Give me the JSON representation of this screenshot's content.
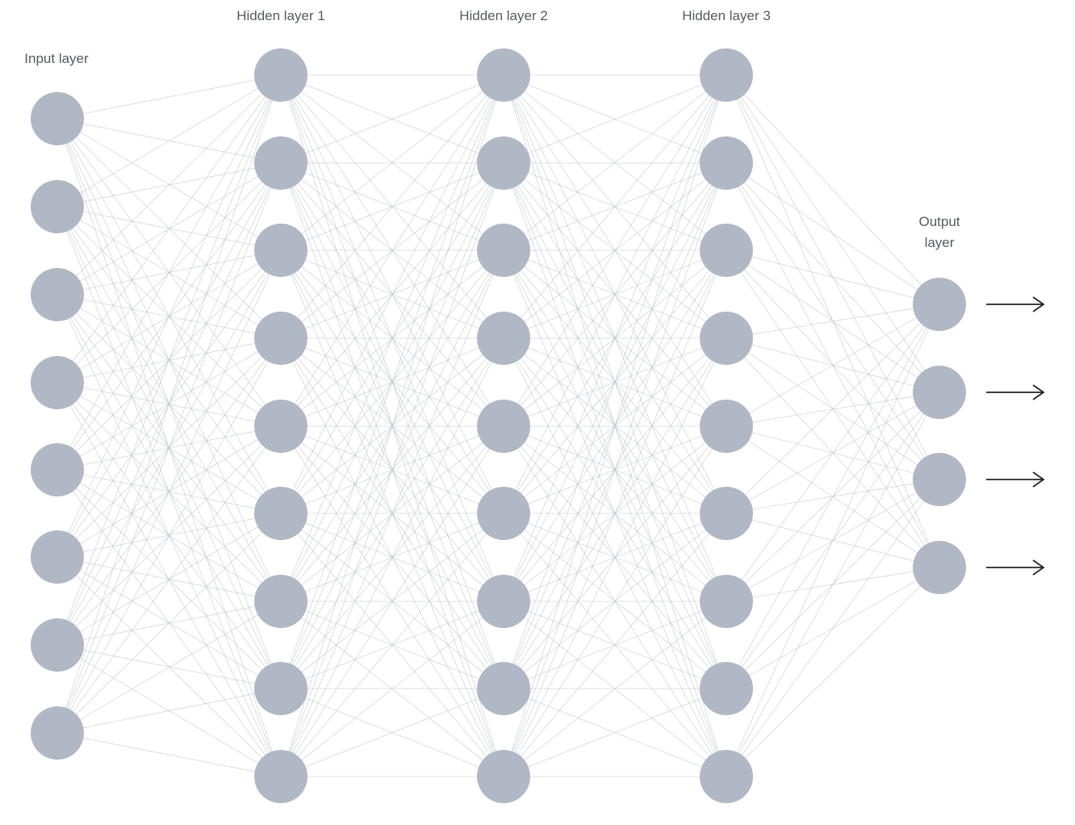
{
  "diagram": {
    "type": "neural-network",
    "node_color": "#b0b8c5",
    "edge_color": "#c3c8d0",
    "arrow_color": "#222222",
    "layers": [
      {
        "id": "input",
        "label_lines": [
          "Input layer"
        ],
        "nodes": 8
      },
      {
        "id": "hidden1",
        "label_lines": [
          "Hidden layer 1"
        ],
        "nodes": 9
      },
      {
        "id": "hidden2",
        "label_lines": [
          "Hidden layer 2"
        ],
        "nodes": 9
      },
      {
        "id": "hidden3",
        "label_lines": [
          "Hidden layer 3"
        ],
        "nodes": 9
      },
      {
        "id": "output",
        "label_lines": [
          "Output",
          "layer"
        ],
        "nodes": 4,
        "output_arrows": true
      }
    ]
  }
}
